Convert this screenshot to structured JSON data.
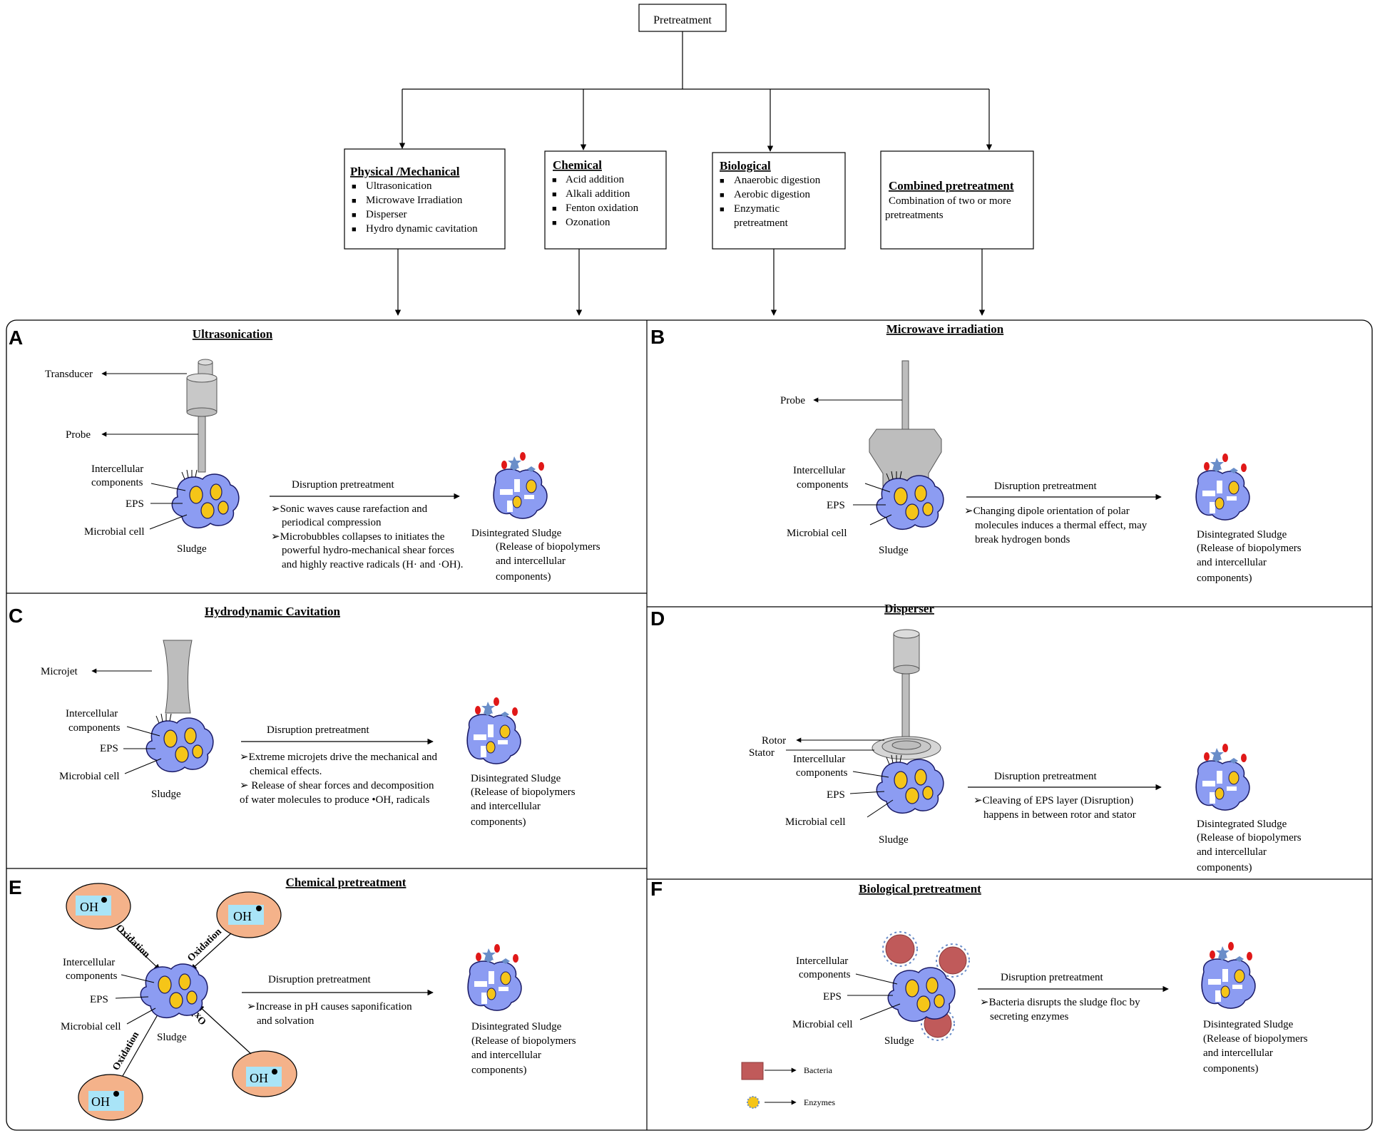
{
  "colors": {
    "sludge": "#8c9cf2",
    "sludge_stroke": "#1a1a66",
    "cell": "#f5c518",
    "release_blue": "#6a8ec9",
    "release_red": "#e01818",
    "probe_gray": "#bdbdbd",
    "oh_circle": "#f4b28a",
    "oh_box": "#a9e4f7",
    "bacteria": "#c05a5a"
  },
  "tree": {
    "root": "Pretreatment",
    "categories": [
      {
        "title": "Physical /Mechanical",
        "items": [
          "Ultrasonication",
          "Microwave Irradiation",
          "Disperser",
          "Hydro dynamic  cavitation"
        ]
      },
      {
        "title": "Chemical",
        "items": [
          "Acid addition",
          "Alkali addition",
          "Fenton oxidation",
          "Ozonation"
        ]
      },
      {
        "title": "Biological",
        "items": [
          "Anaerobic digestion",
          "Aerobic digestion",
          "Enzymatic",
          "pretreatment"
        ]
      },
      {
        "title": "Combined pretreatment",
        "lines": [
          "Combination  of two or more",
          "pretreatments"
        ]
      }
    ]
  },
  "common": {
    "intercellular": [
      "Intercellular",
      "components"
    ],
    "eps": "EPS",
    "microbial_cell": "Microbial cell",
    "sludge": "Sludge",
    "disruption": "Disruption pretreatment",
    "disintegrated": [
      "Disintegrated Sludge",
      "(Release of biopolymers",
      "and intercellular",
      "components)"
    ]
  },
  "panels": [
    {
      "letter": "A",
      "title": "Ultrasonication",
      "labels": [
        "Transducer",
        "Probe"
      ],
      "notes": [
        "➢Sonic waves cause rarefaction and",
        "periodical compression",
        "➢Microbubbles collapses to initiates the",
        "powerful hydro-mechanical shear forces",
        "and highly reactive radicals (H· and ·OH)."
      ]
    },
    {
      "letter": "B",
      "title": "Microwave irradiation",
      "labels": [
        "Probe"
      ],
      "notes": [
        "➢Changing dipole orientation of polar",
        "molecules induces a thermal effect, may",
        "break hydrogen  bonds"
      ]
    },
    {
      "letter": "C",
      "title": "Hydrodynamic Cavitation",
      "labels": [
        "Microjet"
      ],
      "notes": [
        "➢Extreme microjets drive the mechanical and",
        "chemical effects.",
        "➢ Release of shear forces and decomposition",
        "of water molecules to produce •OH, radicals"
      ]
    },
    {
      "letter": "D",
      "title": "Disperser",
      "labels": [
        "Rotor",
        "Stator"
      ],
      "notes": [
        "➢Cleaving of EPS layer (Disruption)",
        "happens in between rotor and stator"
      ]
    },
    {
      "letter": "E",
      "title": "Chemical pretreatment",
      "labels": [
        "OH",
        "Oxidation"
      ],
      "notes": [
        "➢Increase  in pH causes saponification",
        "and solvation"
      ]
    },
    {
      "letter": "F",
      "title": "Biological pretreatment",
      "labels": [
        "Bacteria",
        "Enzymes"
      ],
      "notes": [
        "➢Bacteria disrupts the sludge floc by",
        "secreting enzymes"
      ]
    }
  ]
}
